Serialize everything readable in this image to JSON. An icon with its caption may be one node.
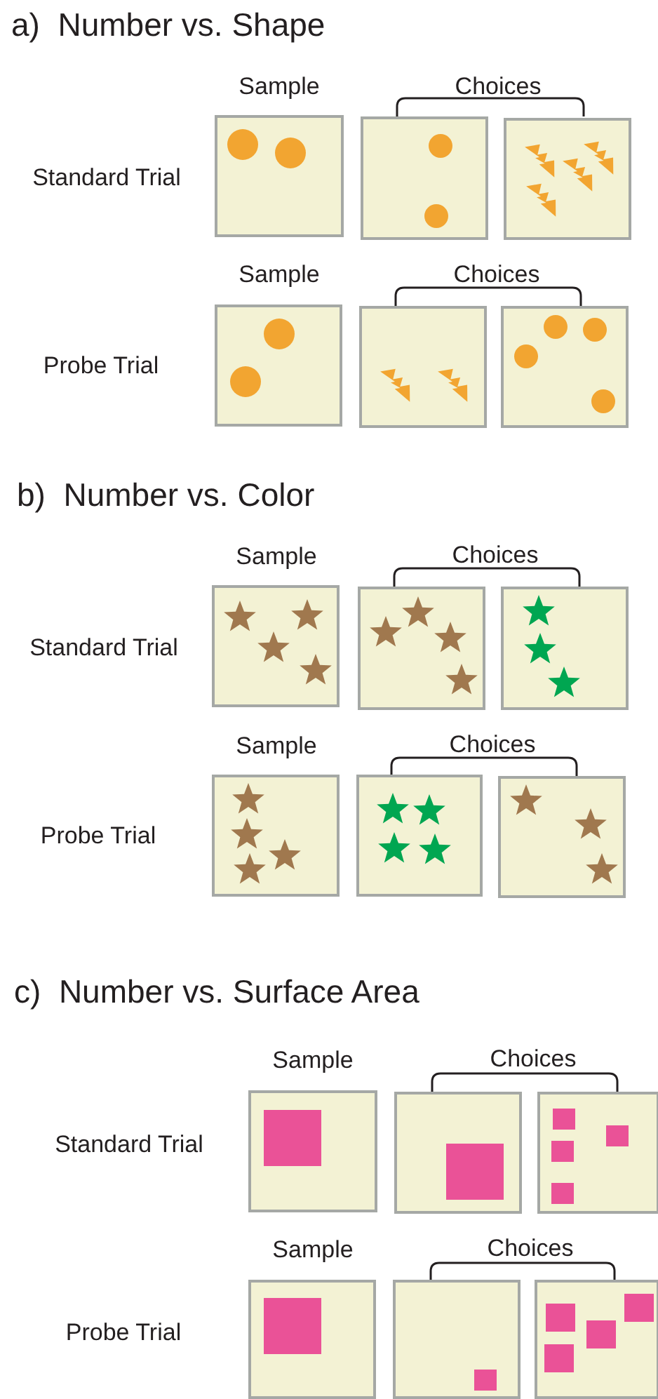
{
  "diagram": {
    "labels": [
      "a)  Number vs. Shape",
      "Sample",
      "Choices",
      "Standard Trial",
      "Sample",
      "Choices",
      "Probe Trial",
      "b)  Number vs. Color",
      "Sample",
      "Choices",
      "Standard Trial",
      "Sample",
      "Choices",
      "Probe Trial",
      "c)  Number vs. Surface Area",
      "Sample",
      "Choices",
      "Standard Trial",
      "Sample",
      "Choices",
      "Probe Trial"
    ]
  }
}
